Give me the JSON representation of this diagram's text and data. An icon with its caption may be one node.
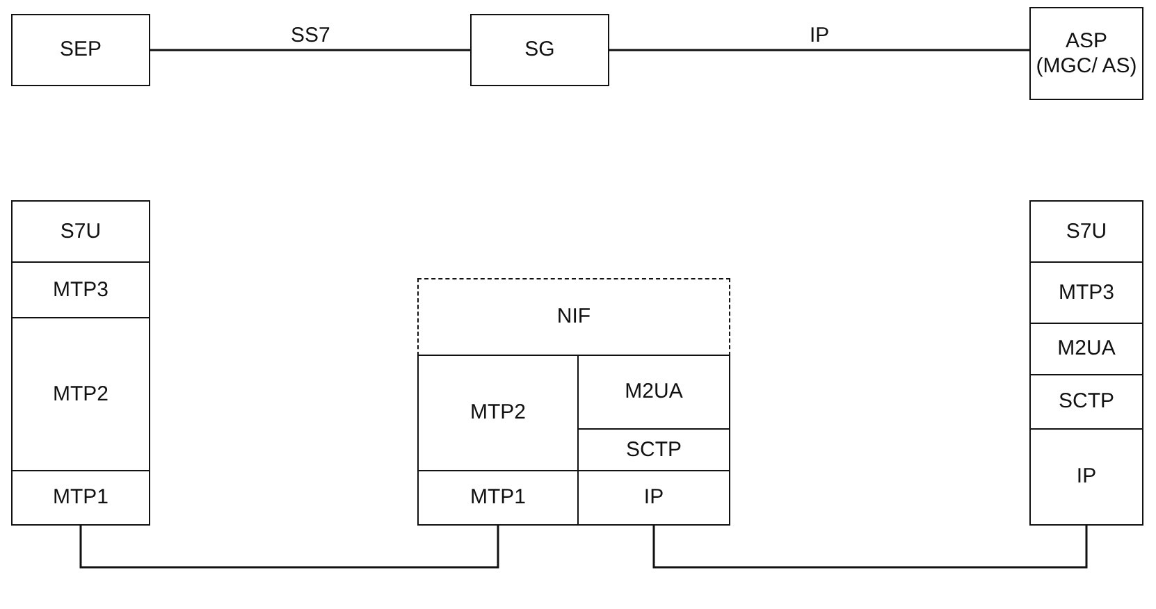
{
  "diagram": {
    "nodes": [
      {
        "text": [
          "SEP"
        ]
      },
      {
        "text": [
          "SG"
        ]
      },
      {
        "text": [
          "ASP (MGC/ AS)"
        ]
      },
      {
        "text": [
          "S7U"
        ]
      },
      {
        "text": [
          "MTP3"
        ]
      },
      {
        "text": [
          "MTP2"
        ]
      },
      {
        "text": [
          "MTP1"
        ]
      },
      {
        "text": [
          "NIF"
        ]
      },
      {
        "text": [
          "MTP2"
        ]
      },
      {
        "text": [
          "M2UA"
        ]
      },
      {
        "text": [
          "SCTP"
        ]
      },
      {
        "text": [
          "MTP1"
        ]
      },
      {
        "text": [
          "IP"
        ]
      },
      {
        "text": [
          "S7U"
        ]
      },
      {
        "text": [
          "MTP3"
        ]
      },
      {
        "text": [
          "M2UA"
        ]
      },
      {
        "text": [
          "SCTP"
        ]
      },
      {
        "text": [
          "IP"
        ]
      }
    ],
    "edges": [
      {
        "from": 0,
        "to": 1,
        "arrow": "none",
        "label": "SS7"
      },
      {
        "from": 1,
        "to": 2,
        "arrow": "none",
        "label": "IP"
      },
      {
        "from": 6,
        "to": 11,
        "arrow": "none"
      },
      {
        "from": 12,
        "to": 17,
        "arrow": "none"
      }
    ]
  }
}
